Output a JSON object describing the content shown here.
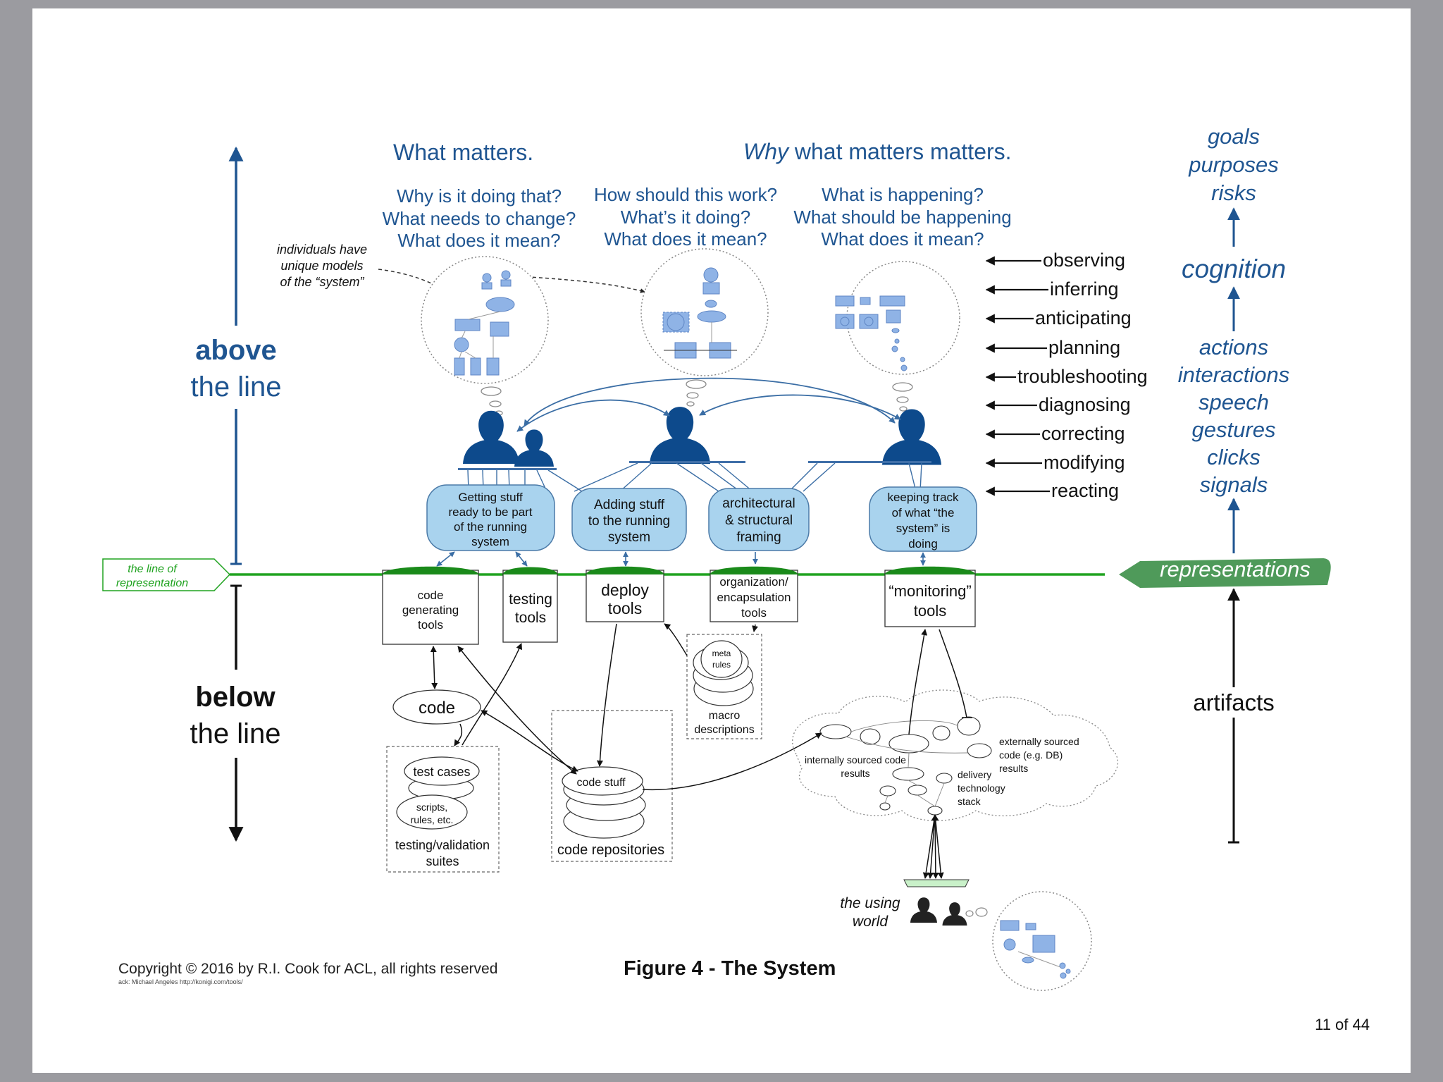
{
  "headings": {
    "what_matters": "What matters.",
    "why_word": "Why",
    "why_rest": " what matters matters."
  },
  "question_columns": [
    {
      "lines": [
        "Why is it doing that?",
        "What needs to change?",
        "What does it mean?"
      ]
    },
    {
      "lines": [
        "How should this work?",
        "What’s it doing?",
        "What does it mean?"
      ]
    },
    {
      "lines": [
        "What is happening?",
        "What should be happening",
        "What does it mean?"
      ]
    }
  ],
  "individuals_note": [
    "individuals have",
    "unique models",
    "of the “system”"
  ],
  "left_axis": {
    "above_bold": "above",
    "above_rest": "the line",
    "below_bold": "below",
    "below_rest": "the line"
  },
  "line_label": [
    "the line of",
    "representation"
  ],
  "activities": [
    "observing",
    "inferring",
    "anticipating",
    "planning",
    "troubleshooting",
    "diagnosing",
    "correcting",
    "modifying",
    "reacting"
  ],
  "right_column": {
    "top_words": [
      "goals",
      "purposes",
      "risks"
    ],
    "cognition": "cognition",
    "action_words": [
      "actions",
      "interactions",
      "speech",
      "gestures",
      "clicks",
      "signals"
    ],
    "representations": "representations",
    "artifacts": "artifacts"
  },
  "activity_boxes": [
    {
      "lines": [
        "Getting stuff",
        "ready to be part",
        "of the running",
        "system"
      ]
    },
    {
      "lines": [
        "Adding stuff",
        "to the running",
        "system"
      ]
    },
    {
      "lines": [
        "architectural",
        "& structural",
        "framing"
      ]
    },
    {
      "lines": [
        "keeping track",
        "of what “the",
        "system” is",
        "doing"
      ]
    }
  ],
  "tools": [
    {
      "lines": [
        "code",
        "generating",
        "tools"
      ]
    },
    {
      "lines": [
        "testing",
        "tools"
      ]
    },
    {
      "lines": [
        "deploy",
        "tools"
      ]
    },
    {
      "lines": [
        "organization/",
        "encapsulation",
        "tools"
      ]
    },
    {
      "lines": [
        "“monitoring”",
        "tools"
      ]
    }
  ],
  "below_items": {
    "code": "code",
    "test_cases": "test cases",
    "scripts": [
      "scripts,",
      "rules, etc."
    ],
    "suites": [
      "testing/validation",
      "suites"
    ],
    "code_stuff": "code stuff",
    "code_repositories": "code repositories",
    "meta_rules": [
      "meta",
      "rules"
    ],
    "macro": [
      "macro",
      "descriptions"
    ],
    "internal": [
      "internally sourced code",
      "results"
    ],
    "external": [
      "externally sourced",
      "code (e.g. DB)",
      "results"
    ],
    "delivery": [
      "delivery",
      "technology",
      "stack"
    ],
    "using_world": [
      "the using",
      "world"
    ]
  },
  "footer": {
    "copyright": "Copyright © 2016 by R.I. Cook for ACL, all rights reserved",
    "ack": "ack: Michael Angeles http://konigi.com/tools/",
    "figure_title": "Figure 4 - The System",
    "page": "11 of 44"
  },
  "colors": {
    "dark_blue": "#1f5591",
    "silhouette": "#0d4a8c",
    "light_blue_box": "#a9d3ee",
    "sketch_blue": "#8fb3e6",
    "line_green": "#21a321",
    "rep_green": "#4f9a5a",
    "page_bg": "#9b9ba0"
  }
}
